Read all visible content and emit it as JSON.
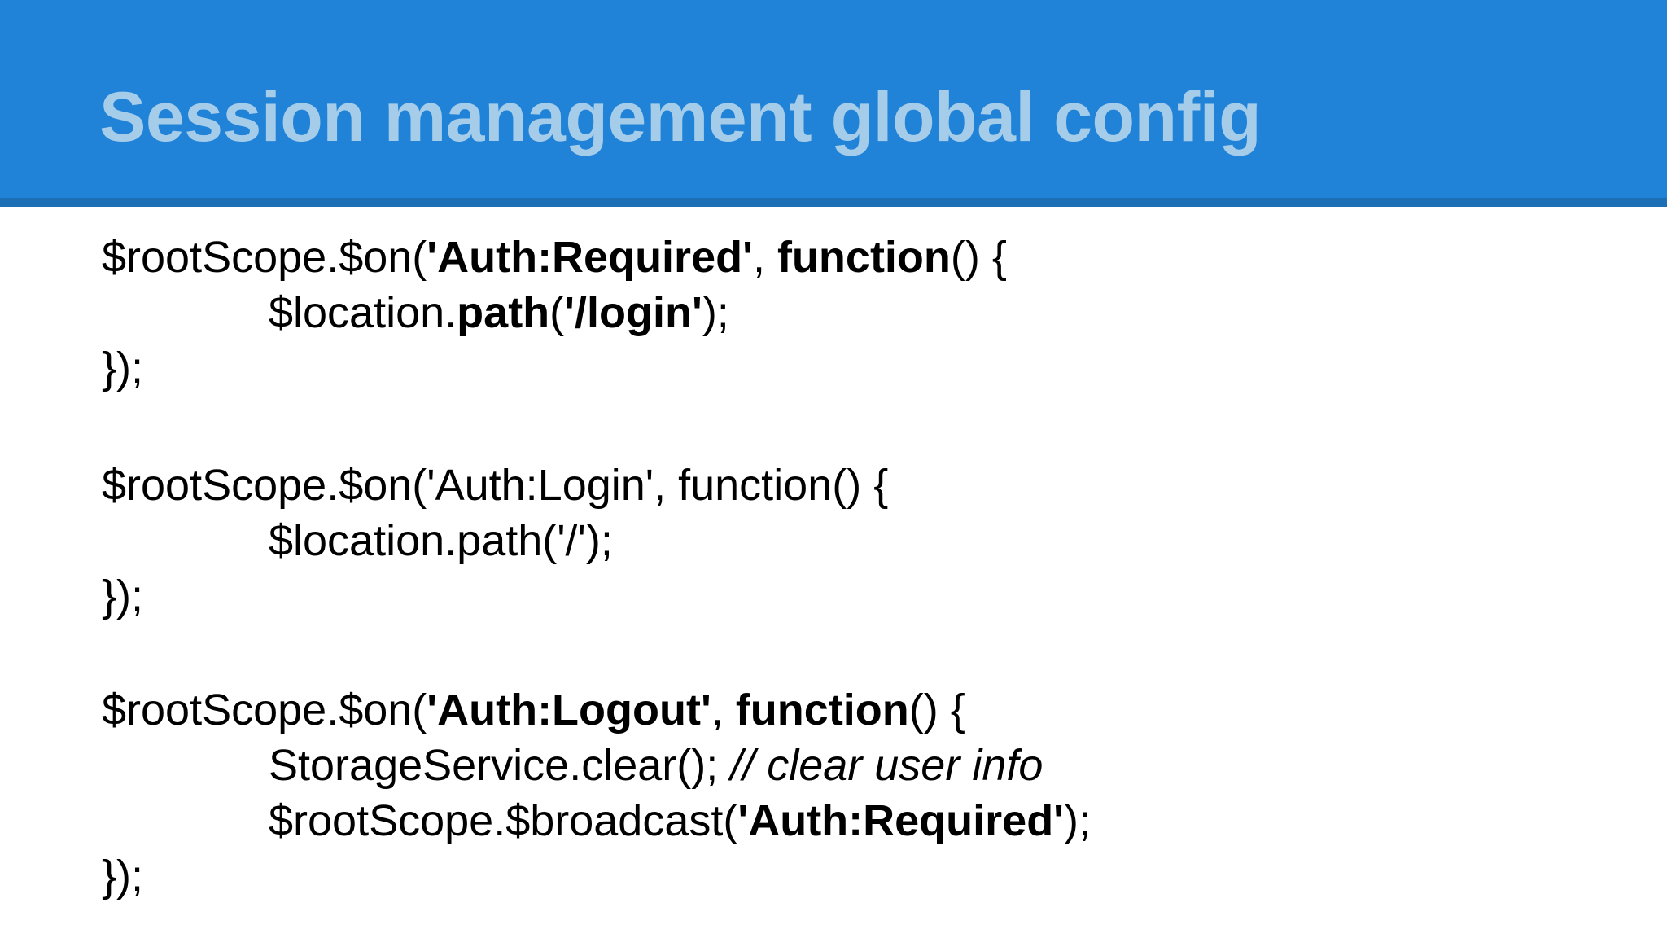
{
  "slide": {
    "title": "Session management global config",
    "header_color": "#2083d8",
    "header_rule_color": "#1c6fb5",
    "title_color": "#a5cdea",
    "body_background": "#ffffff",
    "code_color": "#000000"
  },
  "code": {
    "blocks": [
      {
        "id": "auth-required-handler",
        "lines": [
          {
            "indent": false,
            "segments": [
              {
                "text": "$rootScope.$on(",
                "style": "normal"
              },
              {
                "text": "'Auth:Required'",
                "style": "bold"
              },
              {
                "text": ", ",
                "style": "normal"
              },
              {
                "text": "function",
                "style": "bold"
              },
              {
                "text": "() {",
                "style": "normal"
              }
            ]
          },
          {
            "indent": true,
            "segments": [
              {
                "text": "$location.",
                "style": "normal"
              },
              {
                "text": "path",
                "style": "bold"
              },
              {
                "text": "(",
                "style": "normal"
              },
              {
                "text": "'/login'",
                "style": "bold"
              },
              {
                "text": ");",
                "style": "normal"
              }
            ]
          },
          {
            "indent": false,
            "segments": [
              {
                "text": "});",
                "style": "normal"
              }
            ]
          }
        ]
      },
      {
        "id": "auth-login-handler",
        "lines": [
          {
            "indent": false,
            "segments": [
              {
                "text": "$rootScope.$on('Auth:Login', function() {",
                "style": "normal"
              }
            ]
          },
          {
            "indent": true,
            "segments": [
              {
                "text": "$location.path('/');",
                "style": "normal"
              }
            ]
          },
          {
            "indent": false,
            "segments": [
              {
                "text": "});",
                "style": "normal"
              }
            ]
          }
        ]
      },
      {
        "id": "auth-logout-handler",
        "lines": [
          {
            "indent": false,
            "segments": [
              {
                "text": "$rootScope.$on(",
                "style": "normal"
              },
              {
                "text": "'Auth:Logout'",
                "style": "bold"
              },
              {
                "text": ", ",
                "style": "normal"
              },
              {
                "text": "function",
                "style": "bold"
              },
              {
                "text": "() {",
                "style": "normal"
              }
            ]
          },
          {
            "indent": true,
            "segments": [
              {
                "text": "StorageService.clear(); ",
                "style": "normal"
              },
              {
                "text": "// clear user info",
                "style": "italic"
              }
            ]
          },
          {
            "indent": true,
            "segments": [
              {
                "text": "$rootScope.$broadcast(",
                "style": "normal"
              },
              {
                "text": "'Auth:Required'",
                "style": "bold"
              },
              {
                "text": ");",
                "style": "normal"
              }
            ]
          },
          {
            "indent": false,
            "segments": [
              {
                "text": "});",
                "style": "normal"
              }
            ]
          }
        ]
      }
    ]
  }
}
